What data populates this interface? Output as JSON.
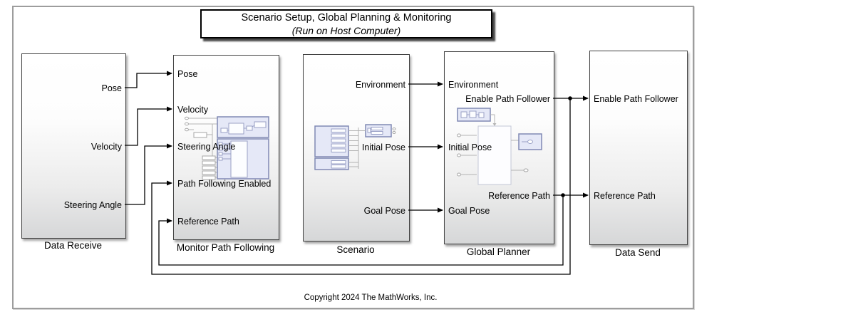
{
  "title": {
    "line1": "Scenario Setup, Global Planning & Monitoring",
    "line2": "(Run on Host Computer)"
  },
  "copyright": "Copyright 2024 The MathWorks, Inc.",
  "colors": {
    "wire": "#000000",
    "block_border": "#424242",
    "block_gradient_top": "#ffffff",
    "block_gradient_bottom": "#d6d7d8",
    "diagram_border": "#9d9d9d",
    "preview_fill": "#e5e8f7",
    "preview_border": "#8089b4"
  },
  "blocks": [
    {
      "name": "Data Receive",
      "outputs": [
        "Pose",
        "Velocity",
        "Steering Angle"
      ]
    },
    {
      "name": "Monitor Path Following",
      "inputs": [
        "Pose",
        "Velocity",
        "Steering Angle",
        "Path Following Enabled",
        "Reference Path"
      ]
    },
    {
      "name": "Scenario",
      "outputs": [
        "Environment",
        "Initial Pose",
        "Goal Pose"
      ]
    },
    {
      "name": "Global Planner",
      "inputs": [
        "Environment",
        "Initial Pose",
        "Goal Pose"
      ],
      "outputs": [
        "Enable Path Follower",
        "Reference Path"
      ]
    },
    {
      "name": "Data Send",
      "inputs": [
        "Enable Path Follower",
        "Reference Path"
      ]
    }
  ]
}
